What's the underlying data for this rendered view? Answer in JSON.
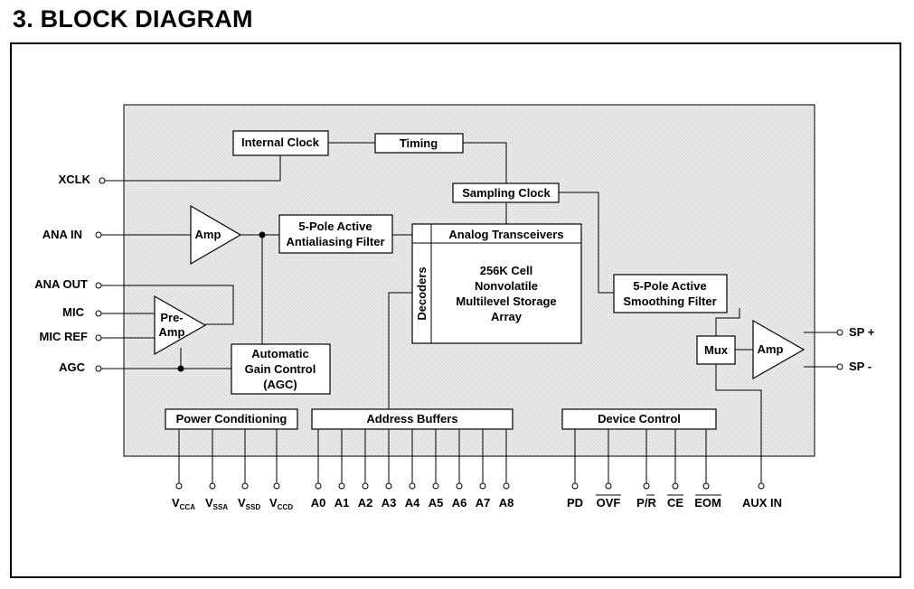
{
  "heading": "3. BLOCK DIAGRAM",
  "blocks": {
    "internal_clock": "Internal Clock",
    "timing": "Timing",
    "sampling_clock": "Sampling Clock",
    "amp_in": "Amp",
    "aa_filter_line1": "5-Pole Active",
    "aa_filter_line2": "Antialiasing Filter",
    "analog_transceivers": "Analog Transceivers",
    "decoders": "Decoders",
    "array_line1": "256K Cell",
    "array_line2": "Nonvolatile",
    "array_line3": "Multilevel Storage",
    "array_line4": "Array",
    "smooth_filter_line1": "5-Pole Active",
    "smooth_filter_line2": "Smoothing Filter",
    "preamp_line1": "Pre-",
    "preamp_line2": "Amp",
    "agc_line1": "Automatic",
    "agc_line2": "Gain Control",
    "agc_line3": "(AGC)",
    "mux": "Mux",
    "amp_out": "Amp",
    "power_conditioning": "Power Conditioning",
    "address_buffers": "Address Buffers",
    "device_control": "Device Control"
  },
  "left_pins": {
    "xclk": "XCLK",
    "ana_in": "ANA IN",
    "ana_out": "ANA OUT",
    "mic": "MIC",
    "mic_ref": "MIC REF",
    "agc": "AGC"
  },
  "right_pins": {
    "sp_plus": "SP +",
    "sp_minus": "SP -"
  },
  "power_pins": [
    {
      "main": "V",
      "sub": "CCA"
    },
    {
      "main": "V",
      "sub": "SSA"
    },
    {
      "main": "V",
      "sub": "SSD"
    },
    {
      "main": "V",
      "sub": "CCD"
    }
  ],
  "address_pins": [
    "A0",
    "A1",
    "A2",
    "A3",
    "A4",
    "A5",
    "A6",
    "A7",
    "A8"
  ],
  "control_pins": {
    "pd": "PD",
    "ovf": "OVF",
    "pr_p": "P/",
    "pr_r": "R",
    "ce": "CE",
    "eom": "EOM"
  },
  "aux_in": "AUX IN"
}
